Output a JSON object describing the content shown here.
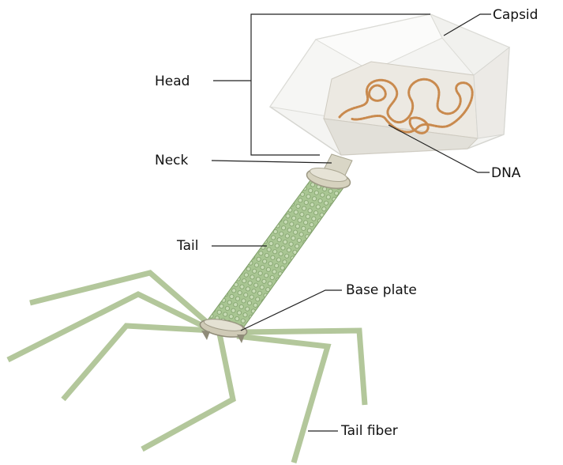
{
  "labels": {
    "capsid": "Capsid",
    "head": "Head",
    "neck": "Neck",
    "dna": "DNA",
    "tail": "Tail",
    "base_plate": "Base plate",
    "tail_fiber": "Tail fiber"
  },
  "colors": {
    "capsid_fill": "#f4f4f2",
    "capsid_edge": "#d8d8d4",
    "dna": "#c98a4e",
    "tail": "#9fbf88",
    "tail_dark": "#7e9e68",
    "fiber": "#b6c99e",
    "collar": "#cfcbb8",
    "leader": "#222222"
  }
}
